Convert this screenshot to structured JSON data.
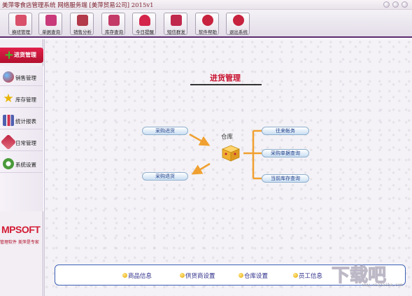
{
  "window": {
    "title": "美萍零食店管理系统 网络服务端 [美萍贸易公司] 2015v1"
  },
  "toolbar": {
    "items": [
      {
        "label": "换班管理",
        "icon": "shift-icon",
        "color": "#d8506a"
      },
      {
        "label": "单据查询",
        "icon": "document-icon",
        "color": "#c93a7a"
      },
      {
        "label": "销售分析",
        "icon": "bar-chart-icon",
        "color": "#b23a4a"
      },
      {
        "label": "库存查询",
        "icon": "warehouse-icon",
        "color": "#c33a66"
      },
      {
        "label": "今日提醒",
        "icon": "reminder-icon",
        "color": "#d4244a"
      },
      {
        "label": "短信群发",
        "icon": "sms-icon",
        "color": "#c0284c"
      },
      {
        "label": "软件帮助",
        "icon": "help-icon",
        "color": "#c7223e"
      },
      {
        "label": "退出系统",
        "icon": "exit-icon",
        "color": "#c7223e"
      }
    ]
  },
  "sidebar": {
    "active": {
      "label": "进货管理",
      "icon": "plus-icon"
    },
    "items": [
      {
        "label": "销售管理",
        "icon": "globe-icon",
        "color": "#d03030"
      },
      {
        "label": "库存管理",
        "icon": "star-icon",
        "color": "#e8b400"
      },
      {
        "label": "统计报表",
        "icon": "report-icon",
        "color": "#5060b0"
      },
      {
        "label": "日常管理",
        "icon": "tools-icon",
        "color": "#c02040"
      },
      {
        "label": "系统设置",
        "icon": "settings-icon",
        "color": "#4a9a3a"
      }
    ],
    "logo": {
      "text": "MPSOFT",
      "slogan": "管理软件 美萍是专家"
    }
  },
  "main": {
    "title": "进货管理",
    "warehouse_label": "仓库",
    "left_buttons": [
      {
        "label": "采购进货"
      },
      {
        "label": "采购退货"
      }
    ],
    "right_buttons": [
      {
        "label": "往来帐务"
      },
      {
        "label": "采购单据查询"
      },
      {
        "label": "当前库存查询"
      }
    ]
  },
  "bottom_bar": {
    "items": [
      {
        "label": "商品信息"
      },
      {
        "label": "供货商设置"
      },
      {
        "label": "仓库设置"
      },
      {
        "label": "员工信息"
      }
    ]
  },
  "watermark": {
    "brand": "下载吧",
    "url": "www.xiazaiba.com"
  },
  "colors": {
    "accent": "#c8102e",
    "toolbar_border": "#5a2a6e",
    "link_blue": "#1b3d8a",
    "arrow_orange": "#f0a030"
  }
}
